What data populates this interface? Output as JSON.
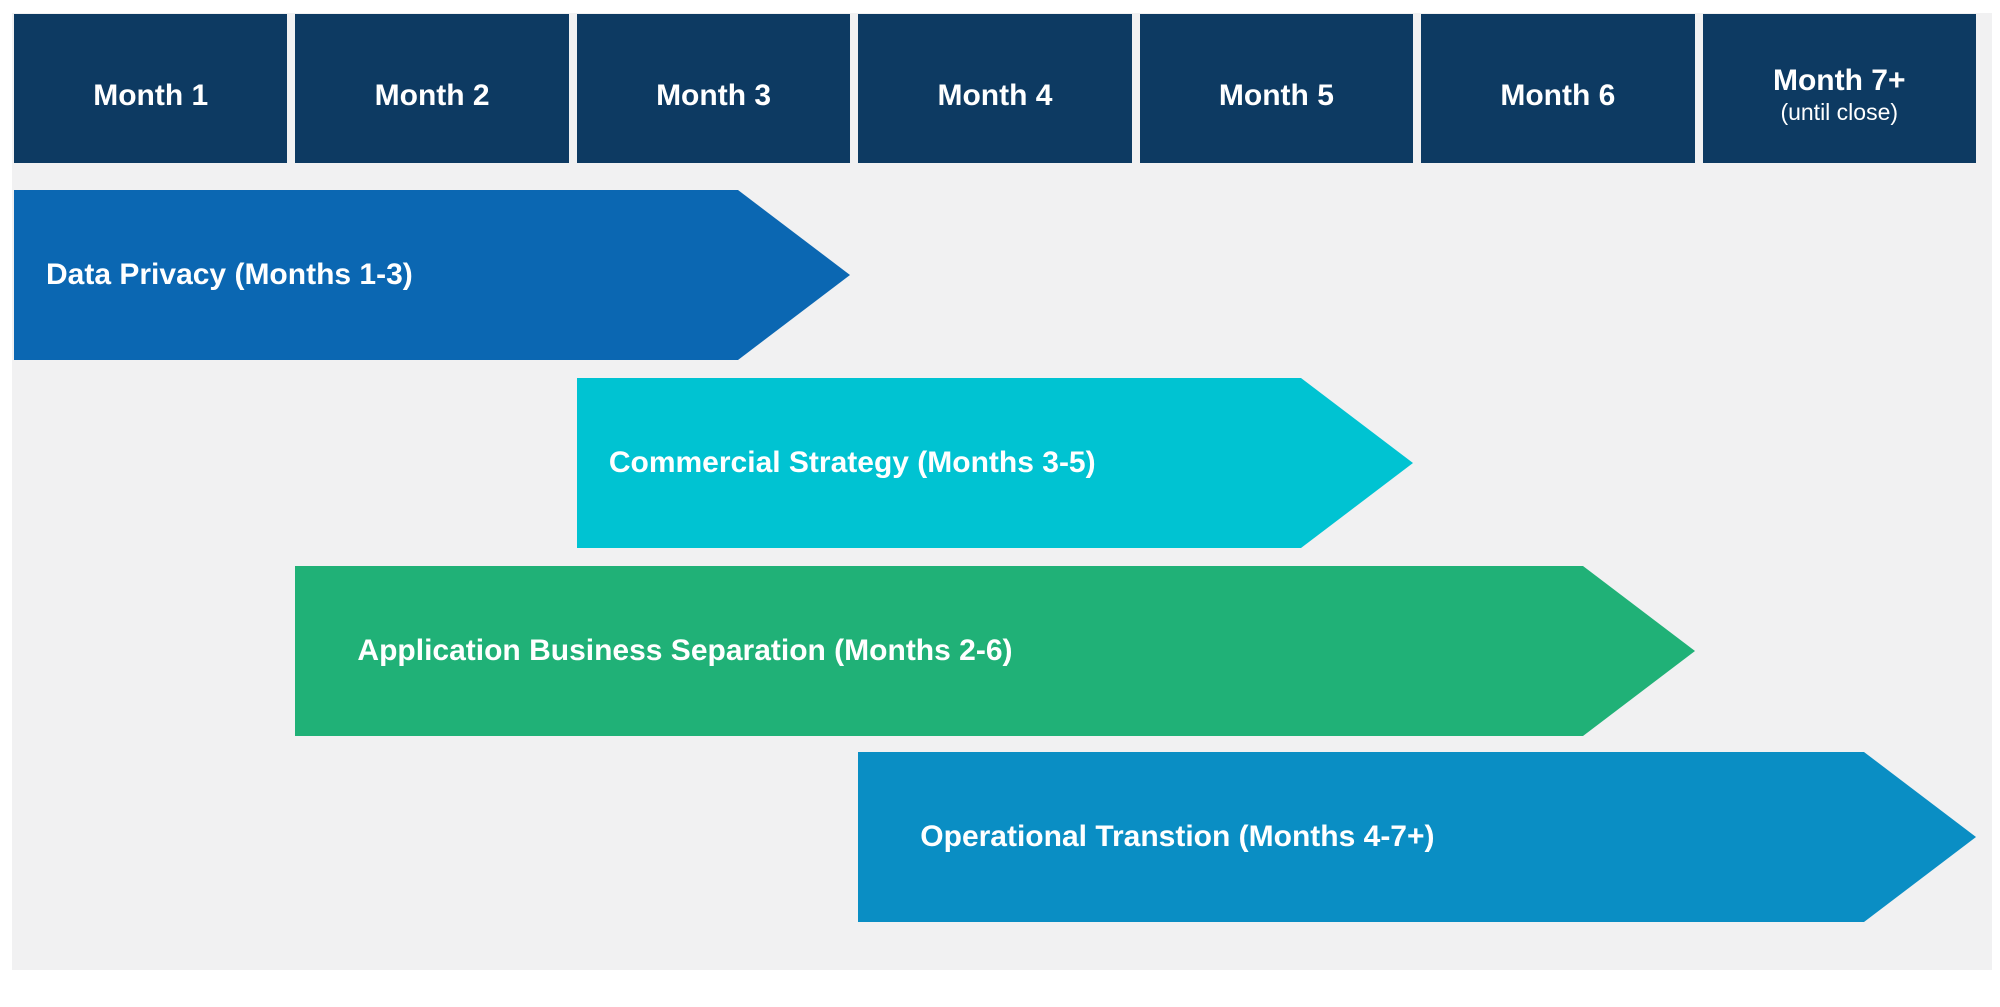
{
  "header": {
    "columns": [
      {
        "label": "Month 1"
      },
      {
        "label": "Month 2"
      },
      {
        "label": "Month 3"
      },
      {
        "label": "Month 4"
      },
      {
        "label": "Month 5"
      },
      {
        "label": "Month 6"
      },
      {
        "label": "Month 7+",
        "sublabel": "(until close)"
      }
    ]
  },
  "chart_data": {
    "type": "bar",
    "subtype": "gantt-timeline-right-arrows",
    "x_categories": [
      "Month 1",
      "Month 2",
      "Month 3",
      "Month 4",
      "Month 5",
      "Month 6",
      "Month 7+ (until close)"
    ],
    "series": [
      {
        "name": "Data Privacy",
        "label": "Data Privacy (Months 1-3)",
        "start_month": "1",
        "end_month": "3",
        "color": "#0b67b2"
      },
      {
        "name": "Commercial Strategy",
        "label": "Commercial Strategy (Months 3-5)",
        "start_month": "3",
        "end_month": "5",
        "color": "#00c3d2"
      },
      {
        "name": "Application Business Separation",
        "label": "Application Business Separation (Months 2-6)",
        "start_month": "2",
        "end_month": "6",
        "color": "#20b177"
      },
      {
        "name": "Operational Transtion",
        "label": "Operational Transtion (Months 4-7+)",
        "start_month": "4",
        "end_month": "7+",
        "color": "#0a8ec4"
      }
    ],
    "layout_hints": {
      "orientation": "horizontal",
      "bar_shape": "right-pointing-arrow",
      "grid": false,
      "legend": false,
      "bars_align_to_month_columns": true
    }
  },
  "colors": {
    "header_box": "#0d3a62",
    "background_panel": "#f1f1f2",
    "page_background": "#ffffff",
    "bar_text": "#ffffff",
    "header_text": "#ffffff"
  }
}
